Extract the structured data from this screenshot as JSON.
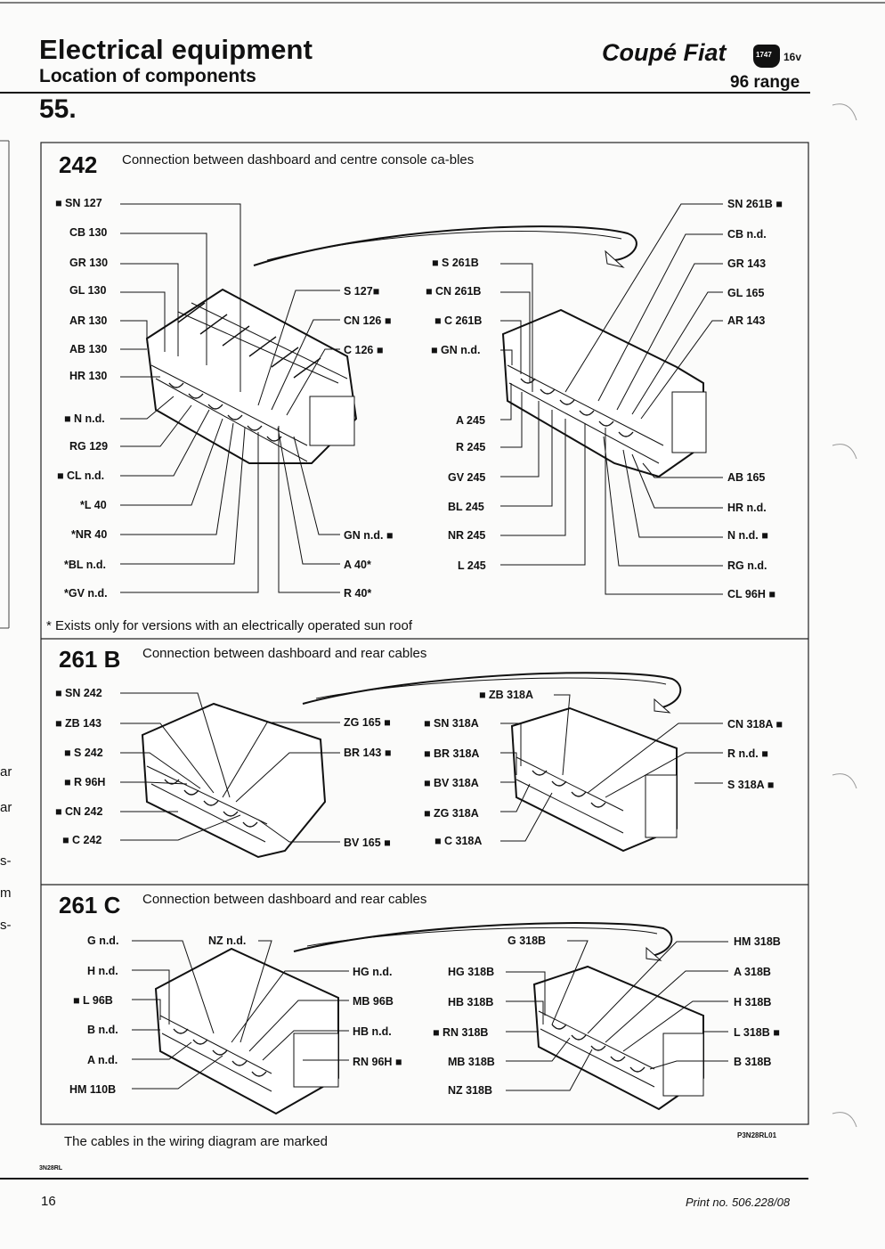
{
  "header": {
    "title": "Electrical equipment",
    "subtitle": "Location of components",
    "section": "55.",
    "brand": "Coupé Fiat",
    "badge": "1747",
    "badge_suffix": "16v",
    "range": "96 range"
  },
  "conn242": {
    "code": "242",
    "desc": "Connection between dashboard and centre console ca-bles",
    "note": "* Exists only for versions with an electrically operated sun roof",
    "left_a": [
      "■ SN 127",
      "CB 130",
      "GR 130",
      "GL 130",
      "AR 130",
      "AB 130",
      "HR 130",
      "■ N n.d.",
      "RG 129",
      "■ CL n.d.",
      "*L 40",
      "*NR 40",
      "*BL n.d.",
      "*GV n.d."
    ],
    "left_b": [
      "S 127■",
      "CN 126 ■",
      "C 126 ■",
      "GN n.d. ■",
      "A 40*",
      "R 40*"
    ],
    "right_a": [
      "■ S 261B",
      "■ CN 261B",
      "■ C 261B",
      "■ GN n.d.",
      "A 245",
      "R 245",
      "GV 245",
      "BL 245",
      "NR 245",
      "L 245"
    ],
    "right_b": [
      "SN 261B ■",
      "CB n.d.",
      "GR 143",
      "GL 165",
      "AR 143",
      "AB 165",
      "HR n.d.",
      "N n.d. ■",
      "RG n.d.",
      "CL 96H ■"
    ]
  },
  "conn261b": {
    "code": "261 B",
    "desc": "Connection between dashboard and rear cables",
    "left_a": [
      "■ SN 242",
      "■ ZB 143",
      "■ S 242",
      "■ R 96H",
      "■ CN 242",
      "■ C 242"
    ],
    "left_b": [
      "ZG 165 ■",
      "BR 143 ■",
      "BV 165 ■"
    ],
    "right_a": [
      "■ ZB 318A",
      "■ SN 318A",
      "■ BR 318A",
      "■ BV 318A",
      "■ ZG 318A",
      "■ C 318A"
    ],
    "right_b": [
      "CN 318A ■",
      "R n.d. ■",
      "S 318A ■"
    ]
  },
  "conn261c": {
    "code": "261 C",
    "desc": "Connection between dashboard and rear cables",
    "left_a": [
      "G n.d.",
      "H n.d.",
      "■ L 96B",
      "B n.d.",
      "A n.d.",
      "HM 110B"
    ],
    "left_top": "NZ n.d.",
    "left_b": [
      "HG n.d.",
      "MB 96B",
      "HB n.d.",
      "RN 96H ■"
    ],
    "right_top": "G 318B",
    "right_a": [
      "HG 318B",
      "HB 318B",
      "■ RN 318B",
      "MB 318B",
      "NZ 318B"
    ],
    "right_b": [
      "HM 318B",
      "A 318B",
      "H 318B",
      "L 318B ■",
      "B 318B"
    ]
  },
  "footer": {
    "marked_note": "The cables in the wiring diagram are marked",
    "ref_code": "P3N28RL01",
    "small_code": "3N28RL",
    "page": "16",
    "print": "Print no. 506.228/08"
  },
  "margin_fragments": [
    "ar",
    "ar",
    "s-",
    "m",
    "s-"
  ]
}
